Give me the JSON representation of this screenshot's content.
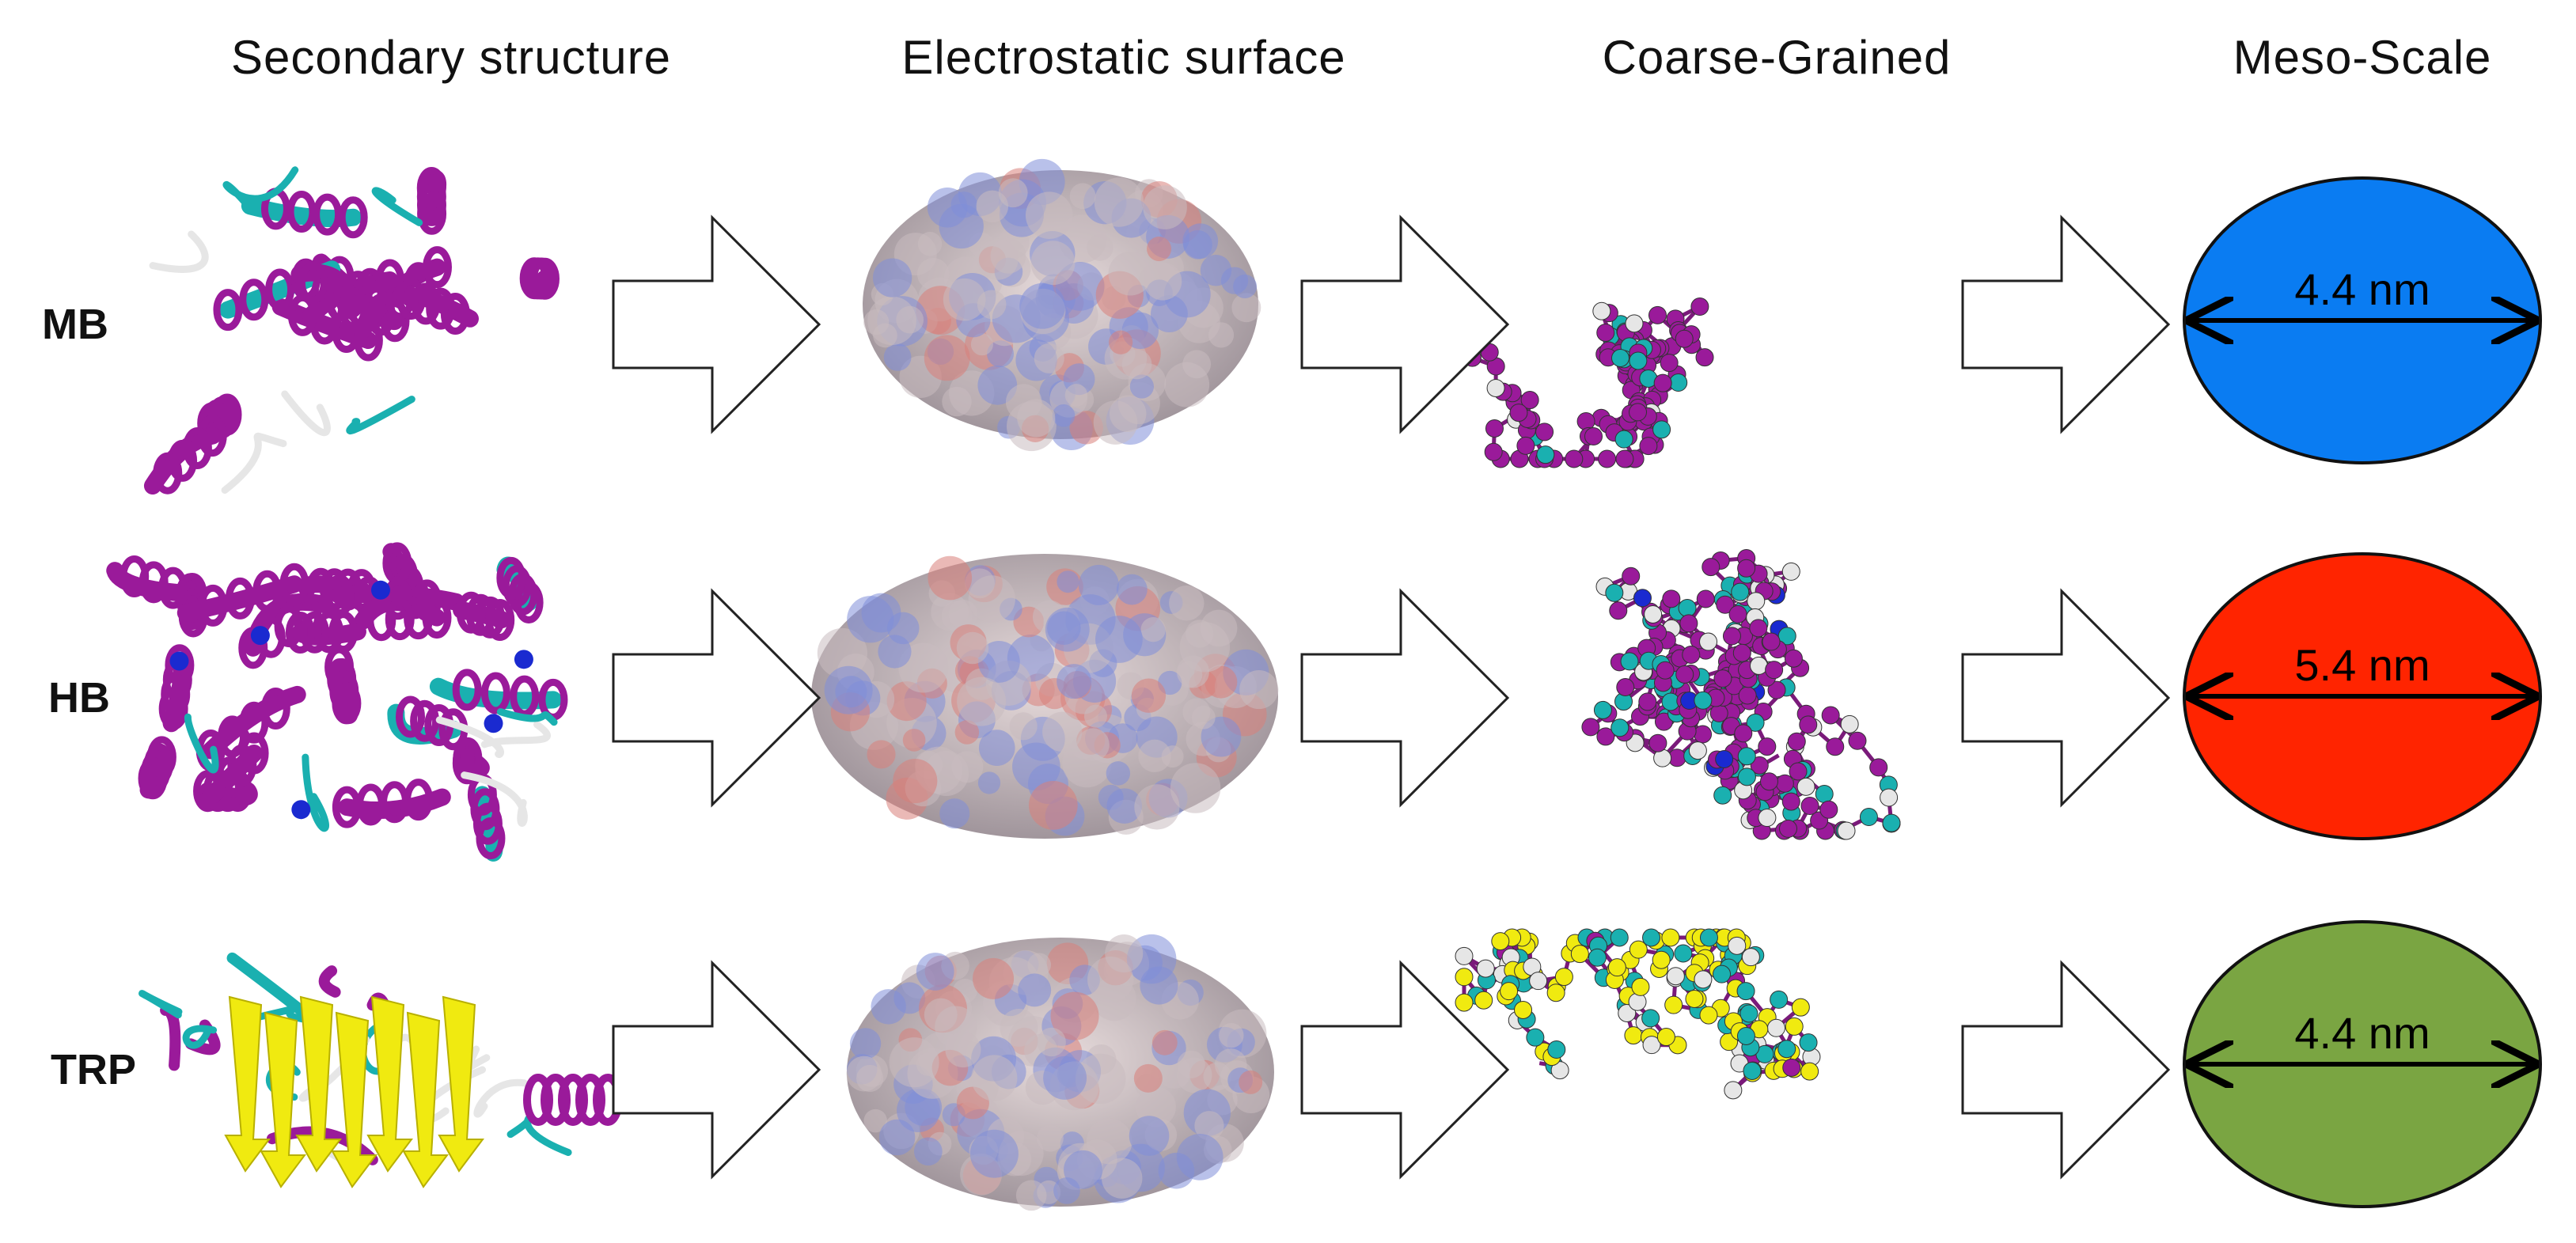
{
  "headers": [
    "Secondary structure",
    "Electrostatic surface",
    "Coarse-Grained",
    "Meso-Scale"
  ],
  "rows": [
    {
      "label": "MB",
      "meso_label": "4.4 nm",
      "meso_color": "#0a7cf2"
    },
    {
      "label": "HB",
      "meso_label": "5.4 nm",
      "meso_color": "#ff2400"
    },
    {
      "label": "TRP",
      "meso_label": "4.4 nm",
      "meso_color": "#7aa542"
    }
  ],
  "colors": {
    "helix": "#9a1a9a",
    "coil_cyan": "#1ab0b0",
    "coil_white": "#e6e6e6",
    "sheet_yellow": "#f0ea10",
    "highlight_blue": "#1a2ad0",
    "surface_base": "#c9bcc0",
    "surface_blue": "#7f8ed8",
    "surface_red": "#d8807a"
  }
}
